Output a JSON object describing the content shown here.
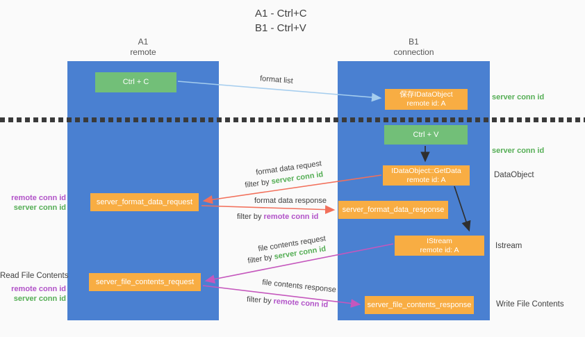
{
  "title": {
    "line1": "A1 - Ctrl+C",
    "line2": "B1 - Ctrl+V"
  },
  "lanes": {
    "left": {
      "name": "A1",
      "role": "remote"
    },
    "right": {
      "name": "B1",
      "role": "connection"
    }
  },
  "nodes": {
    "ctrl_c": {
      "label": "Ctrl + C"
    },
    "ctrl_v": {
      "label": "Ctrl + V"
    },
    "save_idataobject": {
      "line1": "保存IDataObject",
      "line2": "remote id: A"
    },
    "getdata": {
      "line1": "IDataObject::GetData",
      "line2": "remote id: A"
    },
    "istream": {
      "line1": "IStream",
      "line2": "remote id: A"
    },
    "server_format_data_request": {
      "label": "server_format_data_request"
    },
    "server_format_data_response": {
      "label": "server_format_data_response"
    },
    "server_file_contents_request": {
      "label": "server_file_contents_request"
    },
    "server_file_contents_response": {
      "label": "server_file_contents_response"
    }
  },
  "arrow_labels": {
    "format_list": "format list",
    "format_data_request": "format data request",
    "format_data_request_filter": {
      "prefix": "filter by ",
      "highlight": "server conn id"
    },
    "format_data_response": "format data response",
    "format_data_response_filter": {
      "prefix": "filter by ",
      "highlight": "remote conn id"
    },
    "file_contents_request": "file contents request",
    "file_contents_request_filter": {
      "prefix": "filter by ",
      "highlight": "server conn id"
    },
    "file_contents_response": "file contents response",
    "file_contents_response_filter": {
      "prefix": "filter by ",
      "highlight": "remote conn id"
    }
  },
  "side_labels": {
    "right_server_conn_id_top": "server conn id",
    "right_server_conn_id_mid": "server conn id",
    "right_dataobject": "DataObject",
    "right_istream": "Istream",
    "right_write_file_contents": "Write File Contents",
    "left_read_file_contents": "Read File Contents",
    "left_block1": {
      "remote": "remote conn id",
      "server": "server conn id"
    },
    "left_block2": {
      "remote": "remote conn id",
      "server": "server conn id"
    }
  },
  "colors": {
    "lane_blue": "#4a80d1",
    "node_green": "#72bf78",
    "node_orange": "#f8ad43",
    "text_green": "#55ae55",
    "text_purple": "#b152c8",
    "arrow_red": "#f2705b",
    "arrow_magenta": "#c557bd",
    "arrow_blue": "#a5cdee",
    "arrow_black": "#2f2f2f",
    "text_dark": "#3f3f3f"
  }
}
